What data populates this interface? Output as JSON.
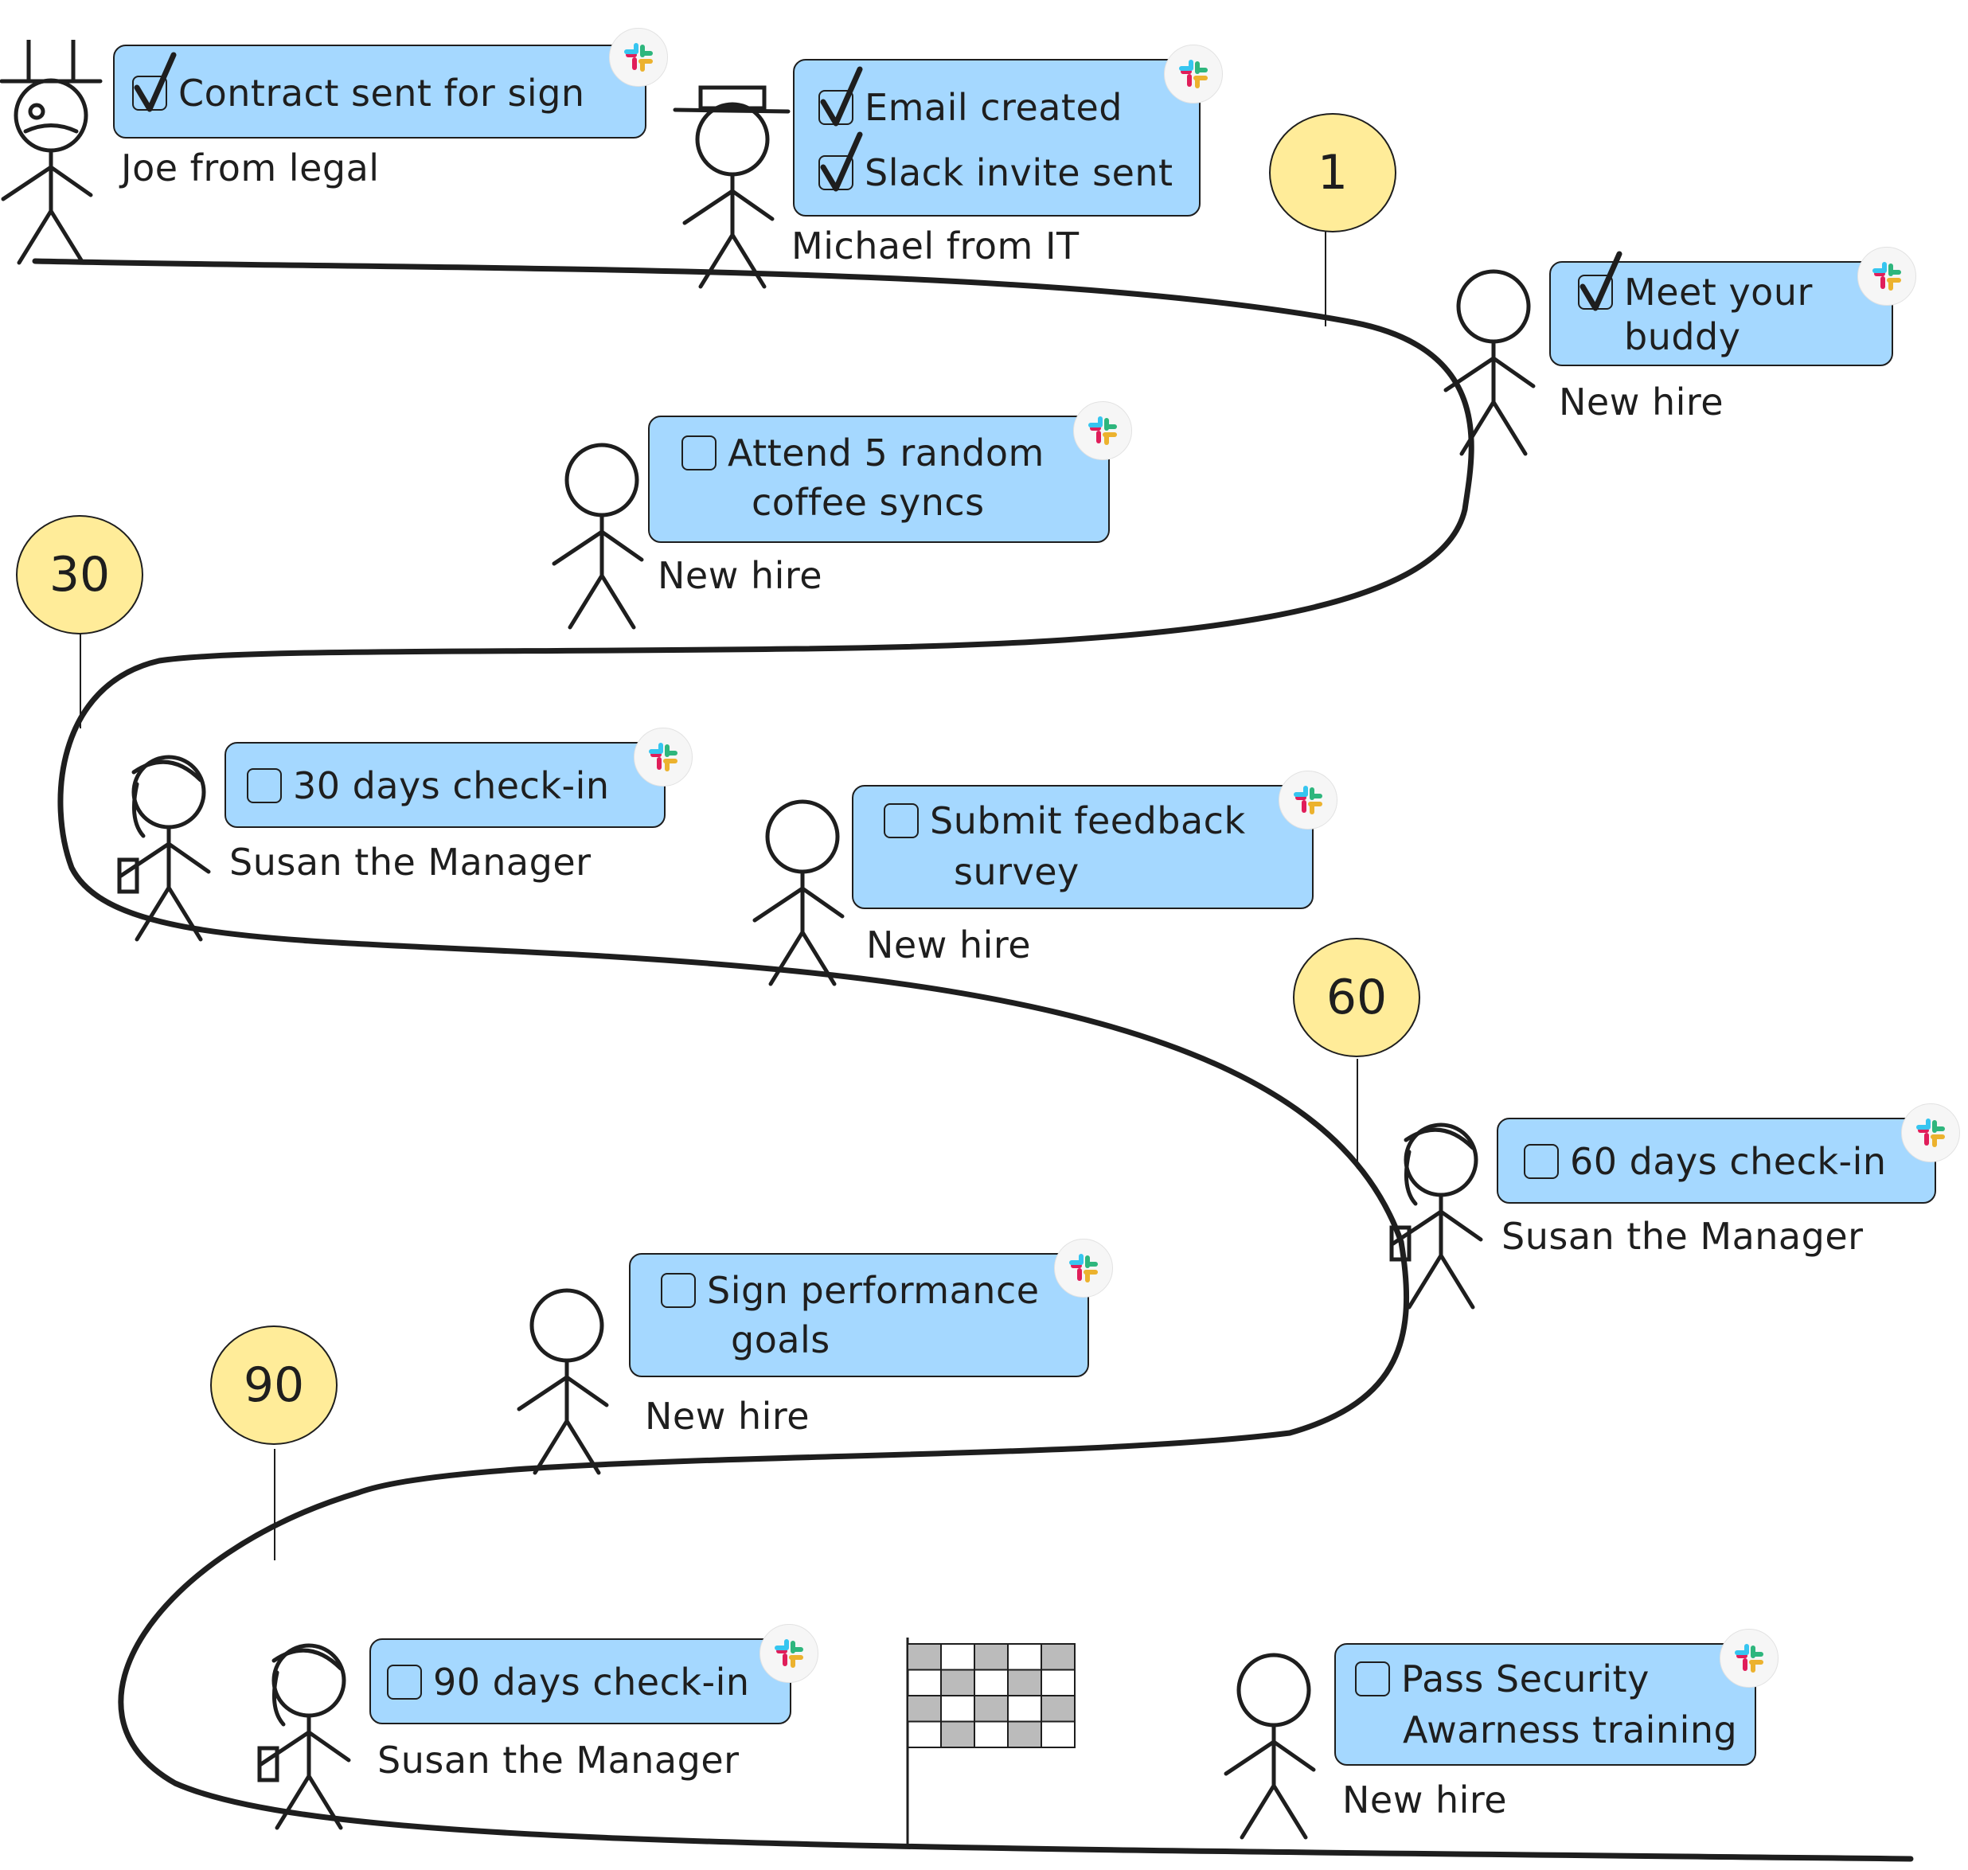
{
  "colors": {
    "card": "#a5d8ff",
    "milestone": "#ffec99",
    "stroke": "#1e1e1e",
    "background": "#ffffff"
  },
  "milestones": [
    "1",
    "30",
    "60",
    "90"
  ],
  "tasks": [
    {
      "items": [
        {
          "text": "Contract sent for sign",
          "done": true
        }
      ],
      "owner": "Joe from legal",
      "icon": "slack-icon"
    },
    {
      "items": [
        {
          "text": "Email created",
          "done": true
        },
        {
          "text": "Slack invite sent",
          "done": true
        }
      ],
      "owner": "Michael from IT",
      "icon": "slack-icon"
    },
    {
      "items": [
        {
          "text": "Meet your",
          "done": true
        },
        {
          "text": "buddy",
          "done": null
        }
      ],
      "owner": "New hire",
      "icon": "slack-icon"
    },
    {
      "items": [
        {
          "text": "Attend 5 random",
          "done": false
        },
        {
          "text": "coffee syncs",
          "done": null
        }
      ],
      "owner": "New hire",
      "icon": "slack-icon"
    },
    {
      "items": [
        {
          "text": "30 days check-in",
          "done": false
        }
      ],
      "owner": "Susan the Manager",
      "icon": "slack-icon"
    },
    {
      "items": [
        {
          "text": "Submit feedback",
          "done": false
        },
        {
          "text": "survey",
          "done": null
        }
      ],
      "owner": "New hire",
      "icon": "slack-icon"
    },
    {
      "items": [
        {
          "text": "60 days check-in",
          "done": false
        }
      ],
      "owner": "Susan the Manager",
      "icon": "slack-icon"
    },
    {
      "items": [
        {
          "text": "Sign performance",
          "done": false
        },
        {
          "text": "goals",
          "done": null
        }
      ],
      "owner": "New hire",
      "icon": "slack-icon"
    },
    {
      "items": [
        {
          "text": "90 days check-in",
          "done": false
        }
      ],
      "owner": "Susan the Manager",
      "icon": "slack-icon"
    },
    {
      "items": [
        {
          "text": "Pass Security",
          "done": false
        },
        {
          "text": "Awarness training",
          "done": null
        }
      ],
      "owner": "New hire",
      "icon": "slack-icon"
    }
  ],
  "finish": {
    "icon": "checkered-flag-icon"
  }
}
